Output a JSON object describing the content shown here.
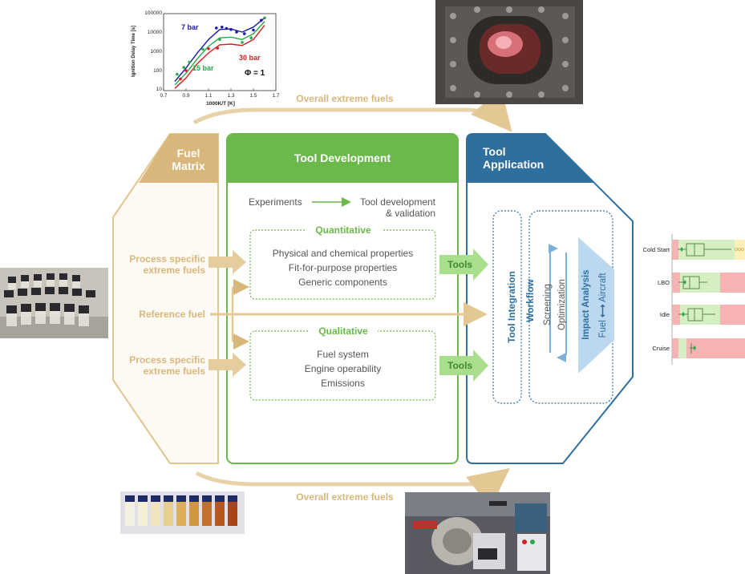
{
  "header": {
    "fuel_matrix": [
      "Fuel",
      "Matrix"
    ],
    "tool_development": "Tool Development",
    "tool_application": [
      "Tool",
      "Application"
    ]
  },
  "arrows": {
    "top_label": "Overall extreme fuels",
    "bottom_label": "Overall extreme fuels",
    "reference_fuel": "Reference fuel"
  },
  "fuel_matrix": {
    "process_fuels_1": [
      "Process specific",
      "extreme fuels"
    ],
    "process_fuels_2": [
      "Process specific",
      "extreme fuels"
    ]
  },
  "tool_development": {
    "experiments": "Experiments",
    "tool_dev": [
      "Tool development",
      "& validation"
    ],
    "quantitative": {
      "title": "Quantitative",
      "items": [
        "Physical and chemical properties",
        "Fit-for-purpose properties",
        "Generic components"
      ]
    },
    "qualitative": {
      "title": "Qualitative",
      "items": [
        "Fuel system",
        "Engine operability",
        "Emissions"
      ]
    },
    "tools_1": "Tools",
    "tools_2": "Tools"
  },
  "tool_application": {
    "tool_integration": "Tool Integration",
    "workflow": "Workflow",
    "screening": "Screening",
    "optimization": "Optimization",
    "impact_analysis": "Impact Analysis",
    "fuel_aircraft_fuel": "Fuel",
    "fuel_aircraft_aircraft": "Aircraft"
  },
  "chart_data": {
    "type": "line",
    "xlabel": "1000K/T [K]",
    "ylabel": "Ignition Delay Time [s]",
    "xticks": [
      "0.7",
      "0.9",
      "1.1",
      "1.3",
      "1.5",
      "1.7"
    ],
    "yticks": [
      "10",
      "100",
      "1000",
      "10000",
      "100000"
    ],
    "xlim": [
      0.7,
      1.7
    ],
    "ylim_log": [
      10,
      100000
    ],
    "annotation": "Φ = 1",
    "series": [
      {
        "name": "7 bar",
        "color": "#1a1aa6",
        "line": [
          [
            0.8,
            30
          ],
          [
            0.9,
            150
          ],
          [
            1.0,
            900
          ],
          [
            1.1,
            4500
          ],
          [
            1.2,
            15000
          ],
          [
            1.3,
            16000
          ],
          [
            1.4,
            11000
          ],
          [
            1.5,
            20000
          ],
          [
            1.6,
            60000
          ]
        ],
        "points": [
          [
            1.17,
            18000
          ],
          [
            1.22,
            20000
          ],
          [
            1.26,
            17000
          ],
          [
            1.3,
            15000
          ],
          [
            1.35,
            11000
          ],
          [
            1.42,
            9000
          ],
          [
            1.5,
            14000
          ],
          [
            1.57,
            45000
          ]
        ]
      },
      {
        "name": "15 bar",
        "color": "#2aa84a",
        "line": [
          [
            0.8,
            20
          ],
          [
            0.9,
            80
          ],
          [
            1.0,
            450
          ],
          [
            1.1,
            2000
          ],
          [
            1.2,
            5500
          ],
          [
            1.3,
            6000
          ],
          [
            1.4,
            4500
          ],
          [
            1.5,
            9000
          ],
          [
            1.6,
            40000
          ]
        ],
        "points": [
          [
            0.82,
            70
          ],
          [
            0.88,
            160
          ],
          [
            0.93,
            300
          ],
          [
            1.05,
            1400
          ],
          [
            1.2,
            4500
          ],
          [
            1.4,
            3200
          ],
          [
            1.48,
            5500
          ],
          [
            1.6,
            60000
          ]
        ]
      },
      {
        "name": "30 bar",
        "color": "#d42020",
        "line": [
          [
            0.8,
            13
          ],
          [
            0.9,
            45
          ],
          [
            1.0,
            250
          ],
          [
            1.1,
            900
          ],
          [
            1.2,
            2400
          ],
          [
            1.3,
            2600
          ],
          [
            1.4,
            2200
          ],
          [
            1.5,
            4500
          ],
          [
            1.6,
            25000
          ]
        ],
        "points": [
          [
            0.85,
            40
          ],
          [
            0.9,
            110
          ],
          [
            1.1,
            1500
          ],
          [
            1.18,
            1600
          ]
        ]
      }
    ]
  },
  "boxplot": {
    "categories": [
      "Cold Start",
      "LBO",
      "Idle",
      "Cruise"
    ]
  }
}
